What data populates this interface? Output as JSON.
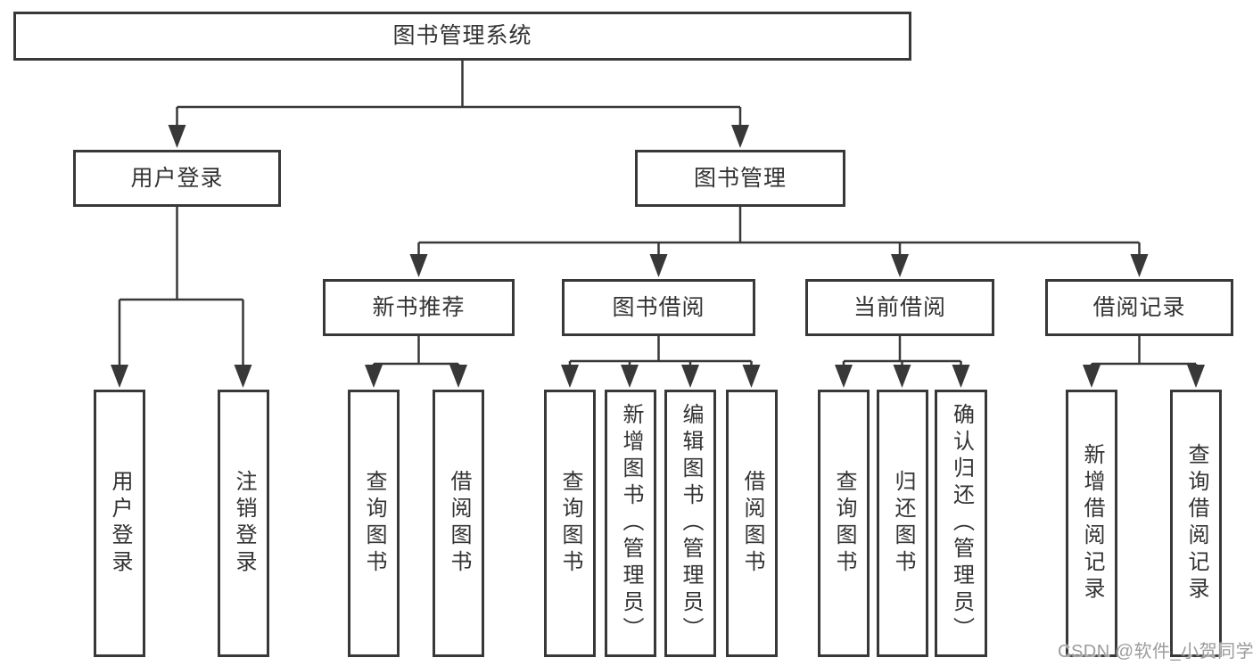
{
  "tree": {
    "root": "图书管理系统",
    "branches": [
      {
        "label": "用户登录",
        "children": [
          "用户登录",
          "注销登录"
        ]
      },
      {
        "label": "图书管理",
        "children": [
          {
            "label": "新书推荐",
            "children": [
              "查询图书",
              "借阅图书"
            ]
          },
          {
            "label": "图书借阅",
            "children": [
              "查询图书",
              "新增图书（管理员）",
              "编辑图书（管理员）",
              "借阅图书"
            ]
          },
          {
            "label": "当前借阅",
            "children": [
              "查询图书",
              "归还图书",
              "确认归还（管理员）"
            ]
          },
          {
            "label": "借阅记录",
            "children": [
              "新增借阅记录",
              "查询借阅记录"
            ]
          }
        ]
      }
    ]
  },
  "watermark": "CSDN @软件_小贺同学",
  "colors": {
    "line": "#383838",
    "text": "#333333",
    "watermark": "#9c9c9c",
    "background": "#ffffff"
  }
}
